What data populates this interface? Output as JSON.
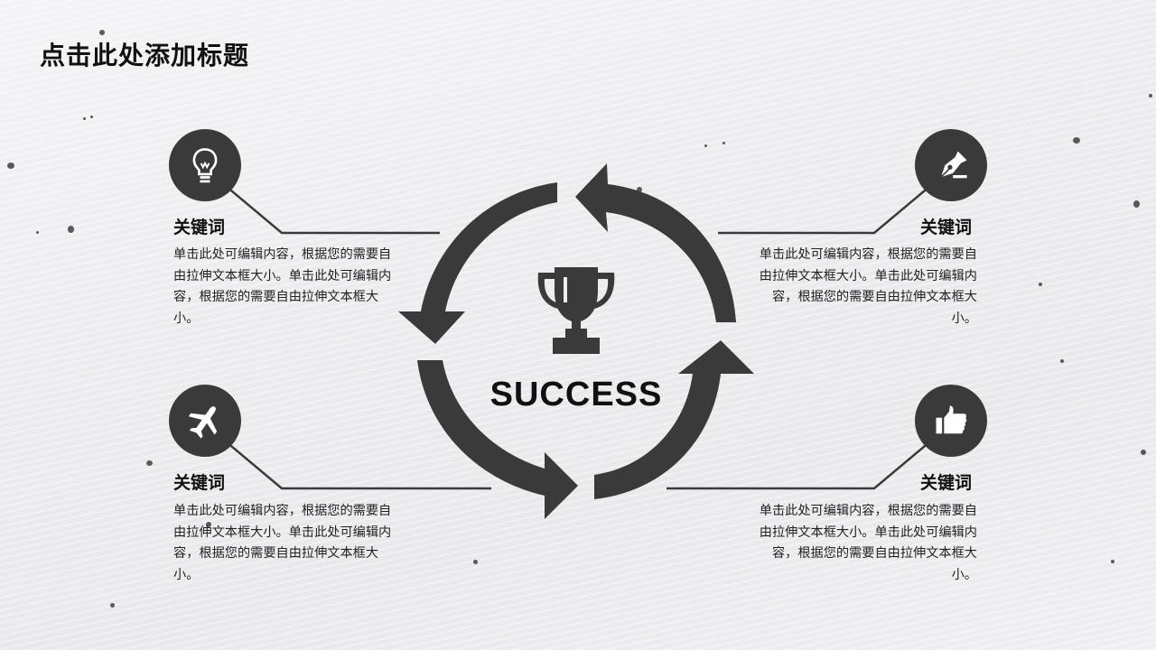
{
  "slide": {
    "title": "点击此处添加标题",
    "center_label": "SUCCESS",
    "items": [
      {
        "icon": "lightbulb-icon",
        "keyword": "关键词",
        "text": "单击此处可编辑内容，根据您的需要自由拉伸文本框大小。单击此处可编辑内容，根据您的需要自由拉伸文本框大小。"
      },
      {
        "icon": "airplane-icon",
        "keyword": "关键词",
        "text": "单击此处可编辑内容，根据您的需要自由拉伸文本框大小。单击此处可编辑内容，根据您的需要自由拉伸文本框大小。"
      },
      {
        "icon": "fountain-pen-icon",
        "keyword": "关键词",
        "text": "单击此处可编辑内容，根据您的需要自由拉伸文本框大小。单击此处可编辑内容，根据您的需要自由拉伸文本框大小。"
      },
      {
        "icon": "thumbs-up-icon",
        "keyword": "关键词",
        "text": "单击此处可编辑内容，根据您的需要自由拉伸文本框大小。单击此处可编辑内容，根据您的需要自由拉伸文本框大小。"
      }
    ]
  },
  "colors": {
    "icon_fill": "#3a3a3a",
    "arrow_fill": "#3a3a3a",
    "background": "#ececef"
  }
}
